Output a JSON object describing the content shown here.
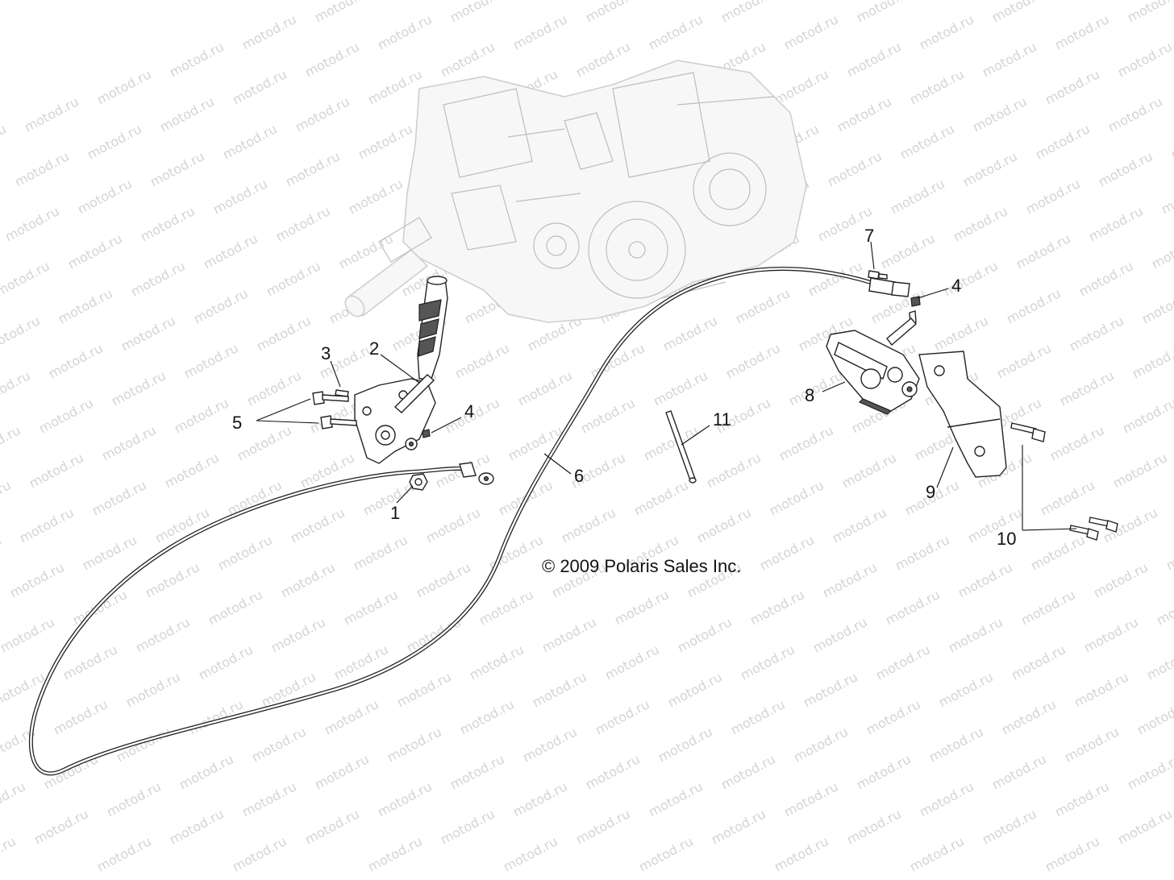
{
  "watermark": {
    "text": "motod.ru",
    "color": "#d4d4d4"
  },
  "copyright": "© 2009 Polaris Sales Inc.",
  "callouts": {
    "c1": "1",
    "c2": "2",
    "c3": "3",
    "c4a": "4",
    "c4b": "4",
    "c5": "5",
    "c6": "6",
    "c7": "7",
    "c8": "8",
    "c9": "9",
    "c10": "10",
    "c11": "11"
  },
  "colors": {
    "line": "#222222",
    "engine": "#cfcfcf",
    "text": "#111111"
  }
}
